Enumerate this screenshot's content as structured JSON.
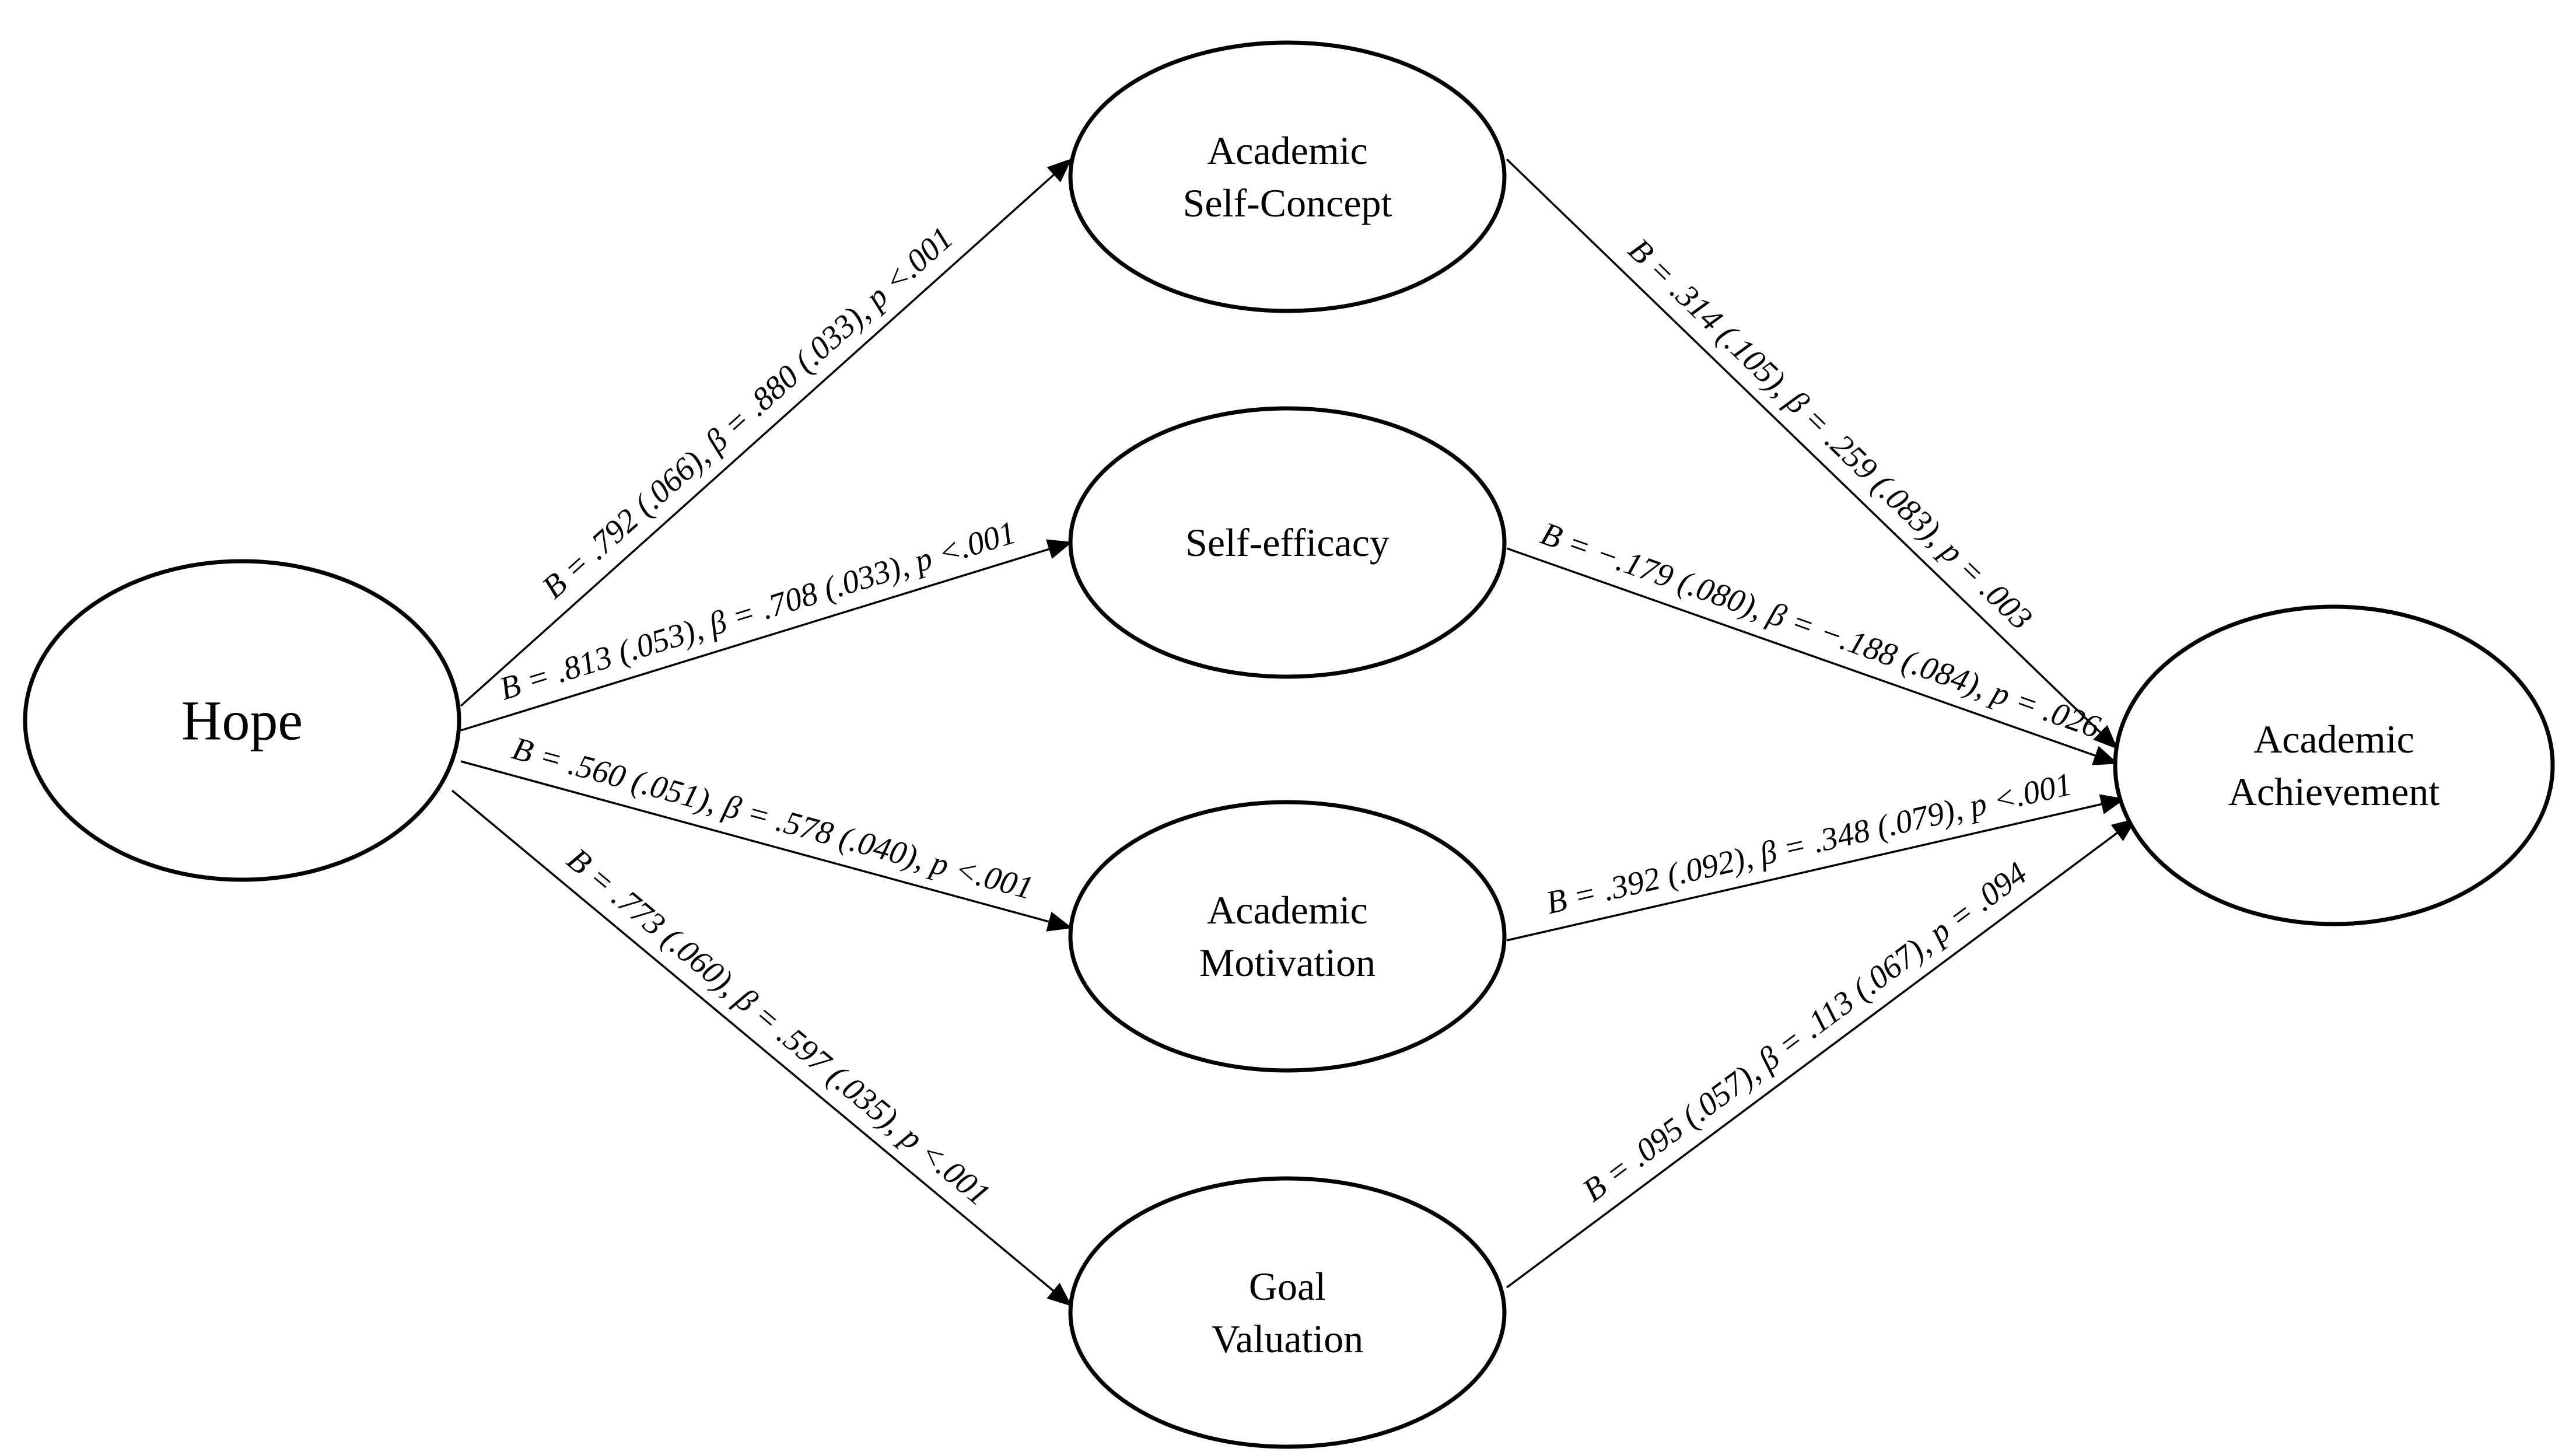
{
  "nodes": {
    "hope": {
      "label_lines": [
        "Hope"
      ]
    },
    "self_concept": {
      "label_lines": [
        "Academic",
        "Self-Concept"
      ]
    },
    "self_efficacy": {
      "label_lines": [
        "Self-efficacy"
      ]
    },
    "motivation": {
      "label_lines": [
        "Academic",
        "Motivation"
      ]
    },
    "goal_valuation": {
      "label_lines": [
        "Goal",
        "Valuation"
      ]
    },
    "achievement": {
      "label_lines": [
        "Academic",
        "Achievement"
      ]
    }
  },
  "edges": [
    {
      "id": "hope-to-self-concept",
      "from": "hope",
      "to": "self_concept",
      "label": "B = .792 (.066), β = .880 (.033), p <.001"
    },
    {
      "id": "hope-to-self-efficacy",
      "from": "hope",
      "to": "self_efficacy",
      "label": "B = .813 (.053), β = .708 (.033), p <.001"
    },
    {
      "id": "hope-to-motivation",
      "from": "hope",
      "to": "motivation",
      "label": "B = .560 (.051), β = .578 (.040), p <.001"
    },
    {
      "id": "hope-to-goal-valuation",
      "from": "hope",
      "to": "goal_valuation",
      "label": "B = .773 (.060), β = .597 (.035), p <.001"
    },
    {
      "id": "self-concept-to-achievement",
      "from": "self_concept",
      "to": "achievement",
      "label": "B = .314 (.105), β = .259 (.083), p = .003"
    },
    {
      "id": "self-efficacy-to-achievement",
      "from": "self_efficacy",
      "to": "achievement",
      "label": "B = −.179 (.080), β = −.188 (.084), p = .026"
    },
    {
      "id": "motivation-to-achievement",
      "from": "motivation",
      "to": "achievement",
      "label": "B = .392 (.092), β = .348 (.079), p <.001"
    },
    {
      "id": "goal-valuation-to-achievement",
      "from": "goal_valuation",
      "to": "achievement",
      "label": "B = .095 (.057), β = .113 (.067), p = .094"
    }
  ]
}
